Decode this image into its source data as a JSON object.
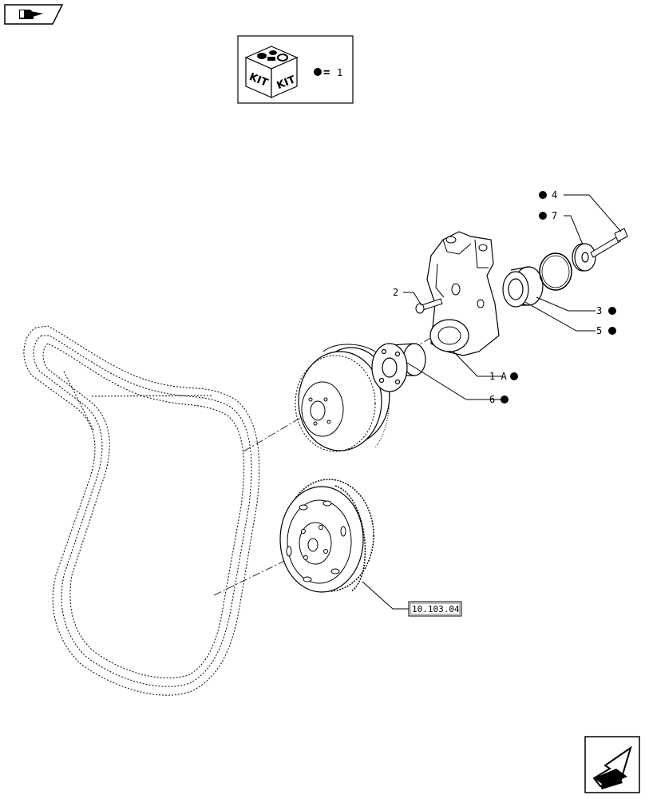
{
  "nav": {
    "prev_icon": "book-back-icon",
    "next_icon": "page-forward-icon"
  },
  "legend": {
    "kit_left": "KIT",
    "kit_right": "KIT",
    "equals": "=",
    "kit_number": "1"
  },
  "callouts": [
    {
      "id": "4",
      "text": "4",
      "kit": true
    },
    {
      "id": "7",
      "text": "7",
      "kit": true
    },
    {
      "id": "2",
      "text": "2",
      "kit": false
    },
    {
      "id": "3",
      "text": "3",
      "kit": true
    },
    {
      "id": "5",
      "text": "5",
      "kit": true
    },
    {
      "id": "1A",
      "text": "1 A",
      "kit": true
    },
    {
      "id": "6",
      "text": "6",
      "kit": true
    }
  ],
  "reference": {
    "text": "10.103.04"
  }
}
